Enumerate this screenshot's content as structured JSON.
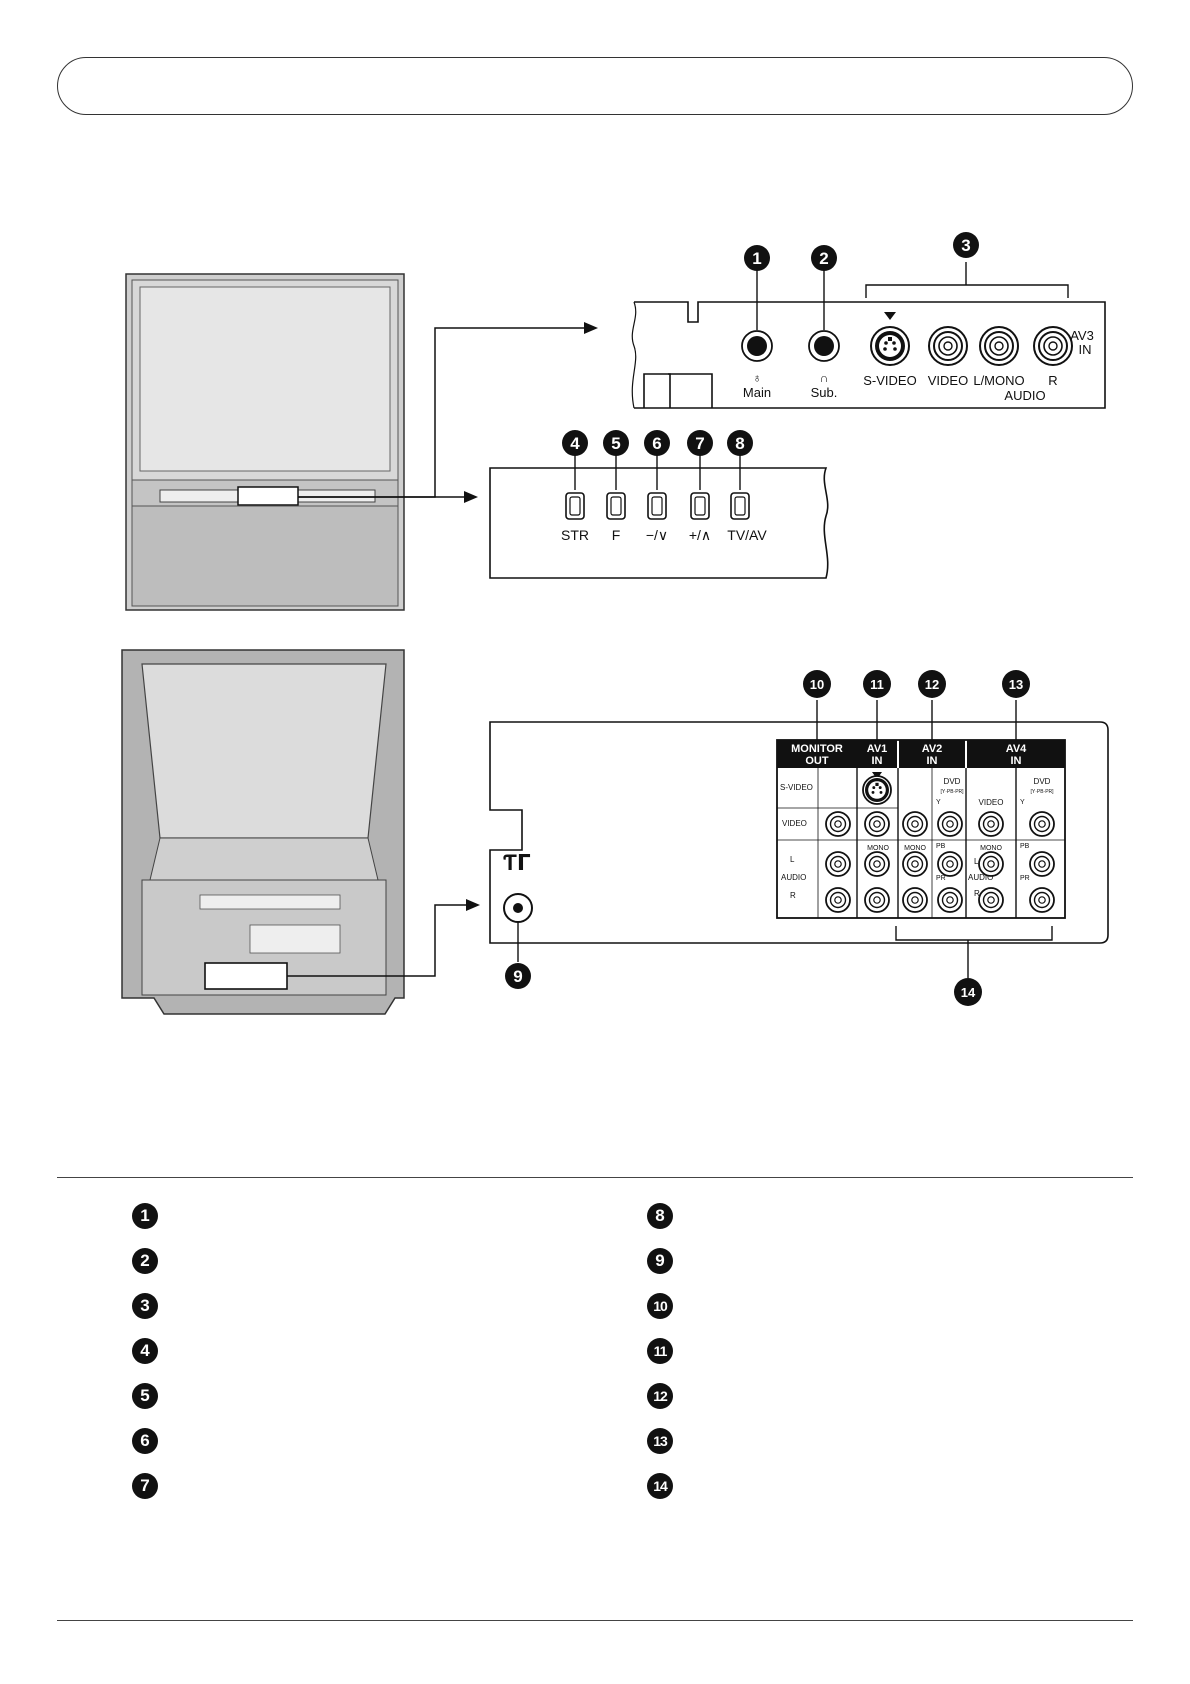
{
  "callouts": {
    "c1": "1",
    "c2": "2",
    "c3": "3",
    "c4": "4",
    "c5": "5",
    "c6": "6",
    "c7": "7",
    "c8": "8",
    "c9": "9",
    "c10": "10",
    "c11": "11",
    "c12": "12",
    "c13": "13",
    "c14": "14"
  },
  "front_panel": {
    "headphone_main": "Main",
    "headphone_sub": "Sub.",
    "svideo": "S-VIDEO",
    "video": "VIDEO",
    "lmono": "L/MONO",
    "r": "R",
    "audio": "AUDIO",
    "av3": "AV3",
    "in": "IN"
  },
  "buttons": {
    "str": "STR",
    "f": "F",
    "minus": "−/∨",
    "plus": "+/∧",
    "tvav": "TV/AV"
  },
  "rear_panel": {
    "monitor_out_1": "MONITOR",
    "monitor_out_2": "OUT",
    "av1_1": "AV1",
    "av1_2": "IN",
    "av2_1": "AV2",
    "av2_2": "IN",
    "av4_1": "AV4",
    "av4_2": "IN",
    "svideo": "S-VIDEO",
    "video": "VIDEO",
    "audio_l": "L",
    "audio": "AUDIO",
    "audio_r": "R",
    "mono": "MONO",
    "dvd": "DVD",
    "dvd_sub": "[Y·PB·PR]",
    "y": "Y",
    "pb": "PB",
    "pr": "PR"
  },
  "legend": [
    "1",
    "2",
    "3",
    "4",
    "5",
    "6",
    "7",
    "8",
    "9",
    "10",
    "11",
    "12",
    "13",
    "14"
  ]
}
